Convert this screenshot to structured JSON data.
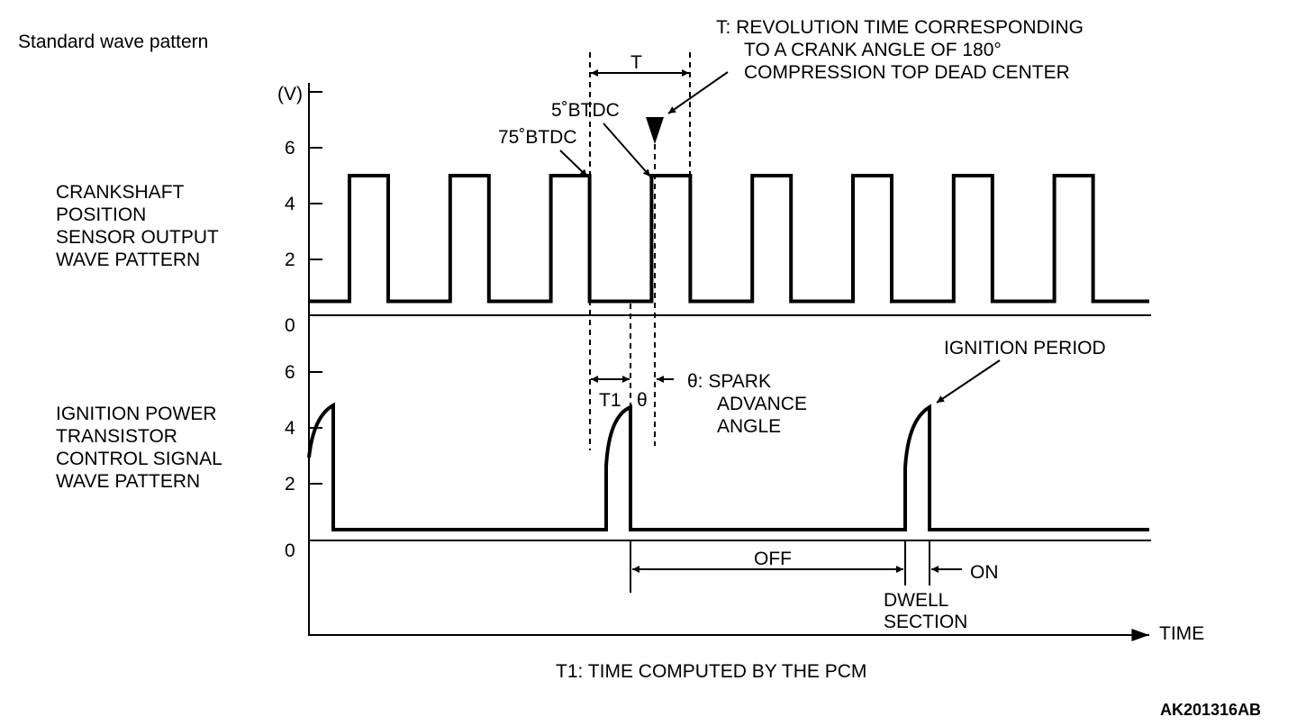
{
  "title": "Standard wave pattern",
  "y_unit": "(V)",
  "x_axis_label": "TIME",
  "crank": {
    "label_lines": [
      "CRANKSHAFT",
      "POSITION",
      "SENSOR OUTPUT",
      "WAVE PATTERN"
    ],
    "y_ticks": [
      "6",
      "4",
      "2",
      "0"
    ],
    "low_v": 0.5,
    "high_v": 5,
    "pulse_count": 8
  },
  "ignition": {
    "label_lines": [
      "IGNITION POWER",
      "TRANSISTOR",
      "CONTROL SIGNAL",
      "WAVE PATTERN"
    ],
    "y_ticks": [
      "6",
      "4",
      "2",
      "0"
    ],
    "low_v": 0.4,
    "peak_v": 4.8
  },
  "annotations": {
    "t_symbol": "T",
    "t_definition_lines": [
      "T:  REVOLUTION TIME CORRESPONDING",
      "TO A CRANK ANGLE OF 180°",
      "COMPRESSION TOP DEAD CENTER"
    ],
    "btdc_5": "5˚BTDC",
    "btdc_75": "75˚BTDC",
    "t1": "T1",
    "theta": "θ",
    "theta_definition_lines": [
      "θ:  SPARK",
      "ADVANCE",
      "ANGLE"
    ],
    "ignition_period": "IGNITION PERIOD",
    "off": "OFF",
    "on": "ON",
    "dwell_lines": [
      "DWELL",
      "SECTION"
    ],
    "t1_definition": "T1: TIME COMPUTED BY THE PCM",
    "figure_code": "AK201316AB"
  }
}
